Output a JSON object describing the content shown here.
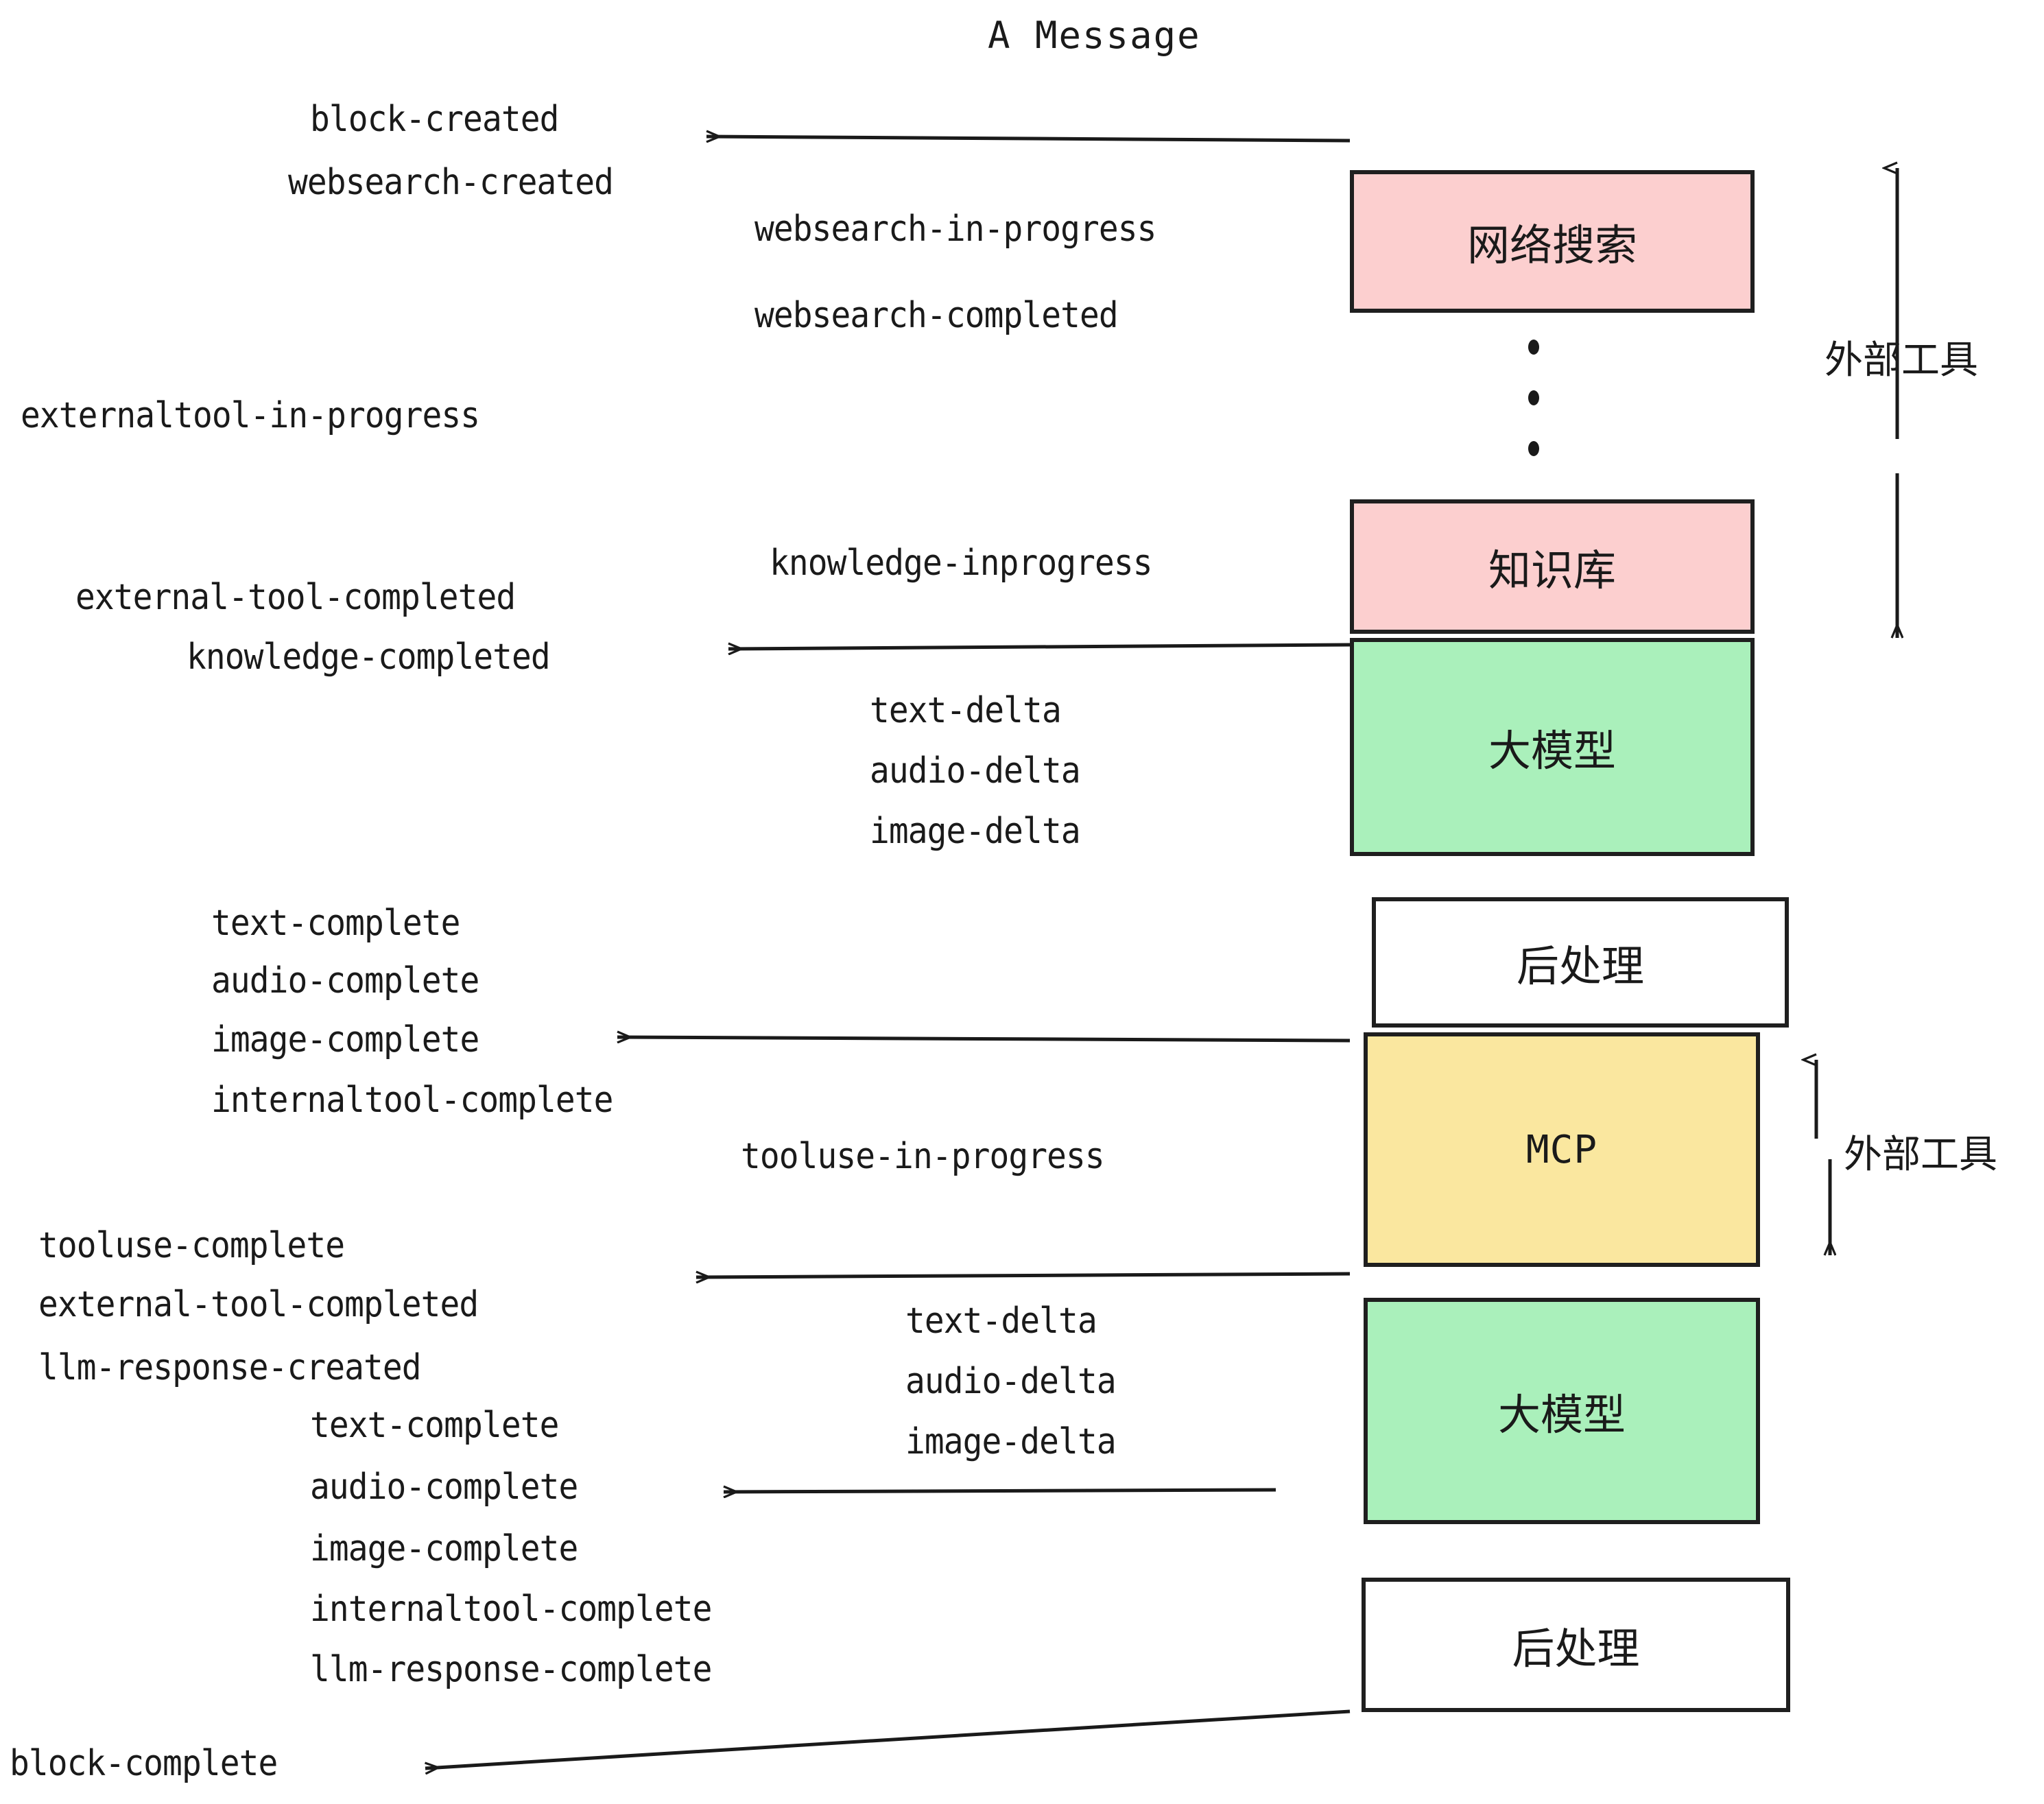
{
  "diagram": {
    "title": "A Message",
    "colors": {
      "pink": "#fccfcf",
      "green": "#aaf0bb",
      "yellow": "#fae79f",
      "white": "#ffffff",
      "stroke": "#1f1f1f",
      "text": "#1a1a1a",
      "background": "#ffffff"
    }
  },
  "boxes": [
    {
      "id": "websearch",
      "label": "网络搜索",
      "fill": "#fccfcf"
    },
    {
      "id": "knowledge",
      "label": "知识库",
      "fill": "#fccfcf"
    },
    {
      "id": "llm-1",
      "label": "大模型",
      "fill": "#aaf0bb"
    },
    {
      "id": "postprocess-1",
      "label": "后处理",
      "fill": "#ffffff"
    },
    {
      "id": "mcp",
      "label": "MCP",
      "fill": "#fae79f"
    },
    {
      "id": "llm-2",
      "label": "大模型",
      "fill": "#aaf0bb"
    },
    {
      "id": "postprocess-2",
      "label": "后处理",
      "fill": "#ffffff"
    }
  ],
  "side_annotations": [
    {
      "id": "external-tool-top",
      "label": "外部工具"
    },
    {
      "id": "external-tool-bottom",
      "label": "外部工具"
    }
  ],
  "events": [
    {
      "id": "block-created",
      "text": "block-created"
    },
    {
      "id": "websearch-created",
      "text": "websearch-created"
    },
    {
      "id": "websearch-in-progress",
      "text": "websearch-in-progress"
    },
    {
      "id": "websearch-completed",
      "text": "websearch-completed"
    },
    {
      "id": "externaltool-in-progress",
      "text": "externaltool-in-progress"
    },
    {
      "id": "knowledge-inprogress",
      "text": "knowledge-inprogress"
    },
    {
      "id": "external-tool-completed-1",
      "text": "external-tool-completed"
    },
    {
      "id": "knowledge-completed",
      "text": "knowledge-completed"
    },
    {
      "id": "text-delta-1",
      "text": "text-delta"
    },
    {
      "id": "audio-delta-1",
      "text": "audio-delta"
    },
    {
      "id": "image-delta-1",
      "text": "image-delta"
    },
    {
      "id": "text-complete-1",
      "text": "text-complete"
    },
    {
      "id": "audio-complete-1",
      "text": "audio-complete"
    },
    {
      "id": "image-complete-1",
      "text": "image-complete"
    },
    {
      "id": "internaltool-complete-1",
      "text": "internaltool-complete"
    },
    {
      "id": "tooluse-in-progress",
      "text": "tooluse-in-progress"
    },
    {
      "id": "tooluse-complete",
      "text": "tooluse-complete"
    },
    {
      "id": "external-tool-completed-2",
      "text": "external-tool-completed"
    },
    {
      "id": "llm-response-created",
      "text": "llm-response-created"
    },
    {
      "id": "text-delta-2",
      "text": "text-delta"
    },
    {
      "id": "audio-delta-2",
      "text": "audio-delta"
    },
    {
      "id": "image-delta-2",
      "text": "image-delta"
    },
    {
      "id": "text-complete-2",
      "text": "text-complete"
    },
    {
      "id": "audio-complete-2",
      "text": "audio-complete"
    },
    {
      "id": "image-complete-2",
      "text": "image-complete"
    },
    {
      "id": "internaltool-complete-2",
      "text": "internaltool-complete"
    },
    {
      "id": "llm-response-complete",
      "text": "llm-response-complete"
    },
    {
      "id": "block-complete",
      "text": "block-complete"
    }
  ]
}
